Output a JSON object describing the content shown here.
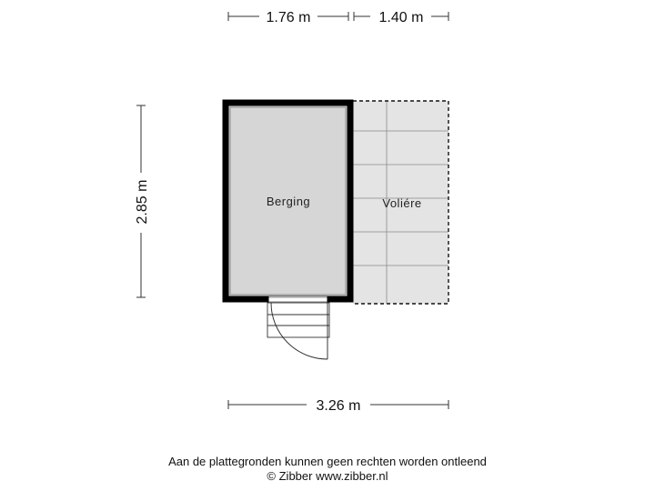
{
  "dimensions": {
    "top_left": "1.76 m",
    "top_right": "1.40 m",
    "left_height": "2.85 m",
    "bottom_width": "3.26 m"
  },
  "rooms": {
    "berging": "Berging",
    "voliere": "Voliére"
  },
  "footer": {
    "disclaimer": "Aan de plattegronden kunnen geen rechten worden ontleend",
    "copyright": "© Zibber www.zibber.nl"
  },
  "colors": {
    "wall": "#000000",
    "room_fill": "#d6d6d6",
    "outdoor_fill": "#e4e4e4",
    "grid_line": "#8a8a8a"
  }
}
